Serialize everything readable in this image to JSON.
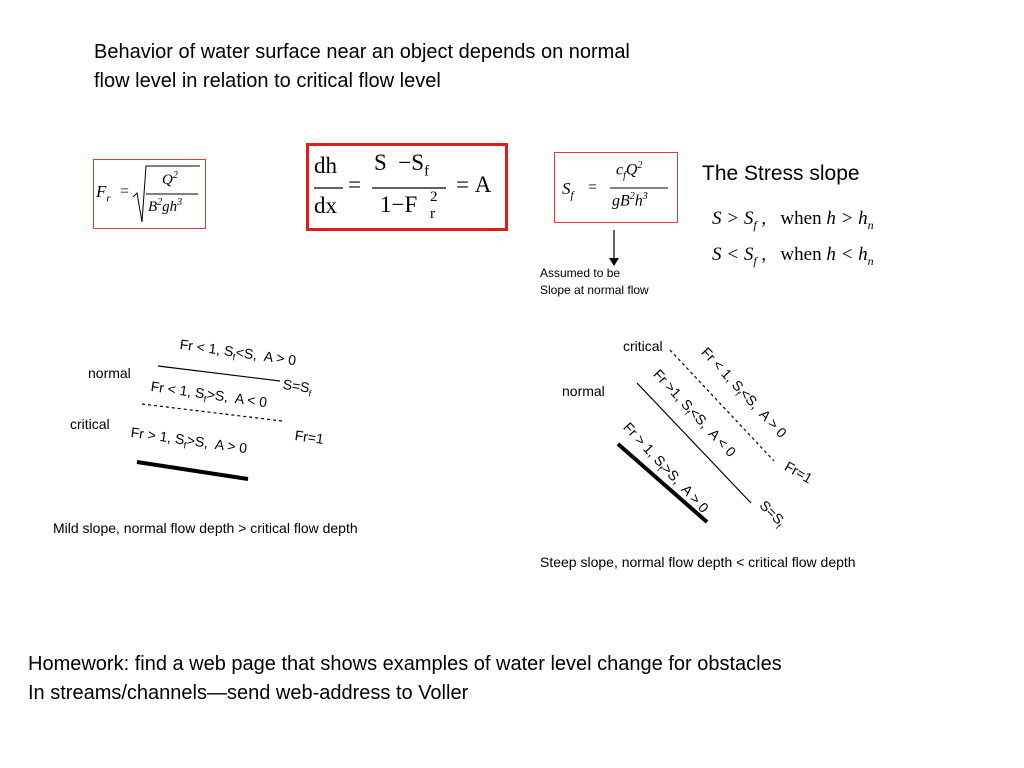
{
  "title": {
    "line1": "Behavior  of water surface near an object depends on normal",
    "line2": "flow level in relation to critical flow level"
  },
  "froude": {
    "lhs": "F",
    "lhs_sub": "r",
    "eq": "=",
    "num": "Q",
    "num_exp": "2",
    "den_b": "B",
    "den_b_exp": "2",
    "den_g": "g",
    "den_h": "h",
    "den_h_exp": "3"
  },
  "main_eq": {
    "lhs_num": "dh",
    "lhs_den": "dx",
    "eq1": "=",
    "num_s": "S",
    "num_minus": "−",
    "num_sf": "S",
    "num_sf_sub": "f",
    "den_one": "1",
    "den_minus": "−",
    "den_f": "F",
    "den_f_exp": "2",
    "den_f_sub": "r",
    "eq2": "=",
    "rhs": "A"
  },
  "friction_eq": {
    "lhs": "S",
    "lhs_sub": "f",
    "eq": "=",
    "num_c": "c",
    "num_c_sub": "f",
    "num_q": "Q",
    "num_q_exp": "2",
    "den_g": "g",
    "den_b": "B",
    "den_b_exp": "2",
    "den_h": "h",
    "den_h_exp": "3"
  },
  "stress_slope": {
    "title": "The Stress slope",
    "cond1": {
      "left": "S > S",
      "sub": "f",
      "mid": " ,   when ",
      "right": "h > h",
      "right_sub": "n"
    },
    "cond2": {
      "left": "S < S",
      "sub": "f",
      "mid": " ,   when ",
      "right": "h < h",
      "right_sub": "n"
    }
  },
  "assumed_note": {
    "line1": "Assumed to be",
    "line2": "Slope at normal flow"
  },
  "mild": {
    "label_normal": "normal",
    "label_critical": "critical",
    "z1": "Fr < 1, S",
    "z1_sub": "f",
    "z1_rest": "<S,  A > 0",
    "z2": "Fr < 1, S",
    "z2_sub": "f",
    "z2_rest": ">S,  A < 0",
    "z3": "Fr > 1, S",
    "z3_sub": "f",
    "z3_rest": ">S,  A > 0",
    "ssf": "S=S",
    "ssf_sub": "f",
    "fr1": "Fr=1",
    "caption": "Mild  slope, normal flow depth > critical flow depth"
  },
  "steep": {
    "label_critical": "critical",
    "label_normal": "normal",
    "z1": "Fr < 1, S",
    "z1_sub": "f",
    "z1_rest": "<S,  A > 0",
    "z2": "Fr >1, S",
    "z2_sub": "f",
    "z2_rest": "<S,  A < 0",
    "z3": "Fr > 1, S",
    "z3_sub": "f",
    "z3_rest": ">S,  A > 0",
    "fr1": "Fr=1",
    "ssf": "S=S",
    "ssf_sub": "f",
    "caption": "Steep slope,  normal flow depth < critical flow depth"
  },
  "homework": {
    "line1": "Homework: find a web page that shows examples of water level change for obstacles",
    "line2": "In streams/channels—send web-address to Voller"
  },
  "colors": {
    "box_border": "#e21b1b",
    "text": "#000000"
  }
}
